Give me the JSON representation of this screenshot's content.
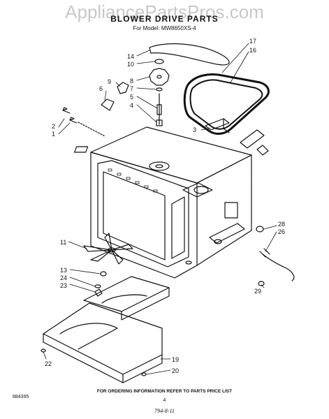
{
  "watermark": "AppliancePartsPros.com",
  "title": "BLOWER DRIVE PARTS",
  "subtitle": "For Model: MW8650XS-4",
  "footer_note": "FOR ORDERING INFORMATION REFER TO PARTS PRICE LIST",
  "page_number": "4",
  "doc_code": "884395",
  "handwritten_note": "794-8-11",
  "callouts": [
    {
      "id": "c14",
      "text": "14"
    },
    {
      "id": "c10",
      "text": "10"
    },
    {
      "id": "c8",
      "text": "8"
    },
    {
      "id": "c7",
      "text": "7"
    },
    {
      "id": "c5",
      "text": "5"
    },
    {
      "id": "c4",
      "text": "4"
    },
    {
      "id": "c9",
      "text": "9"
    },
    {
      "id": "c6",
      "text": "6"
    },
    {
      "id": "c2",
      "text": "2"
    },
    {
      "id": "c1",
      "text": "1"
    },
    {
      "id": "c17",
      "text": "17"
    },
    {
      "id": "c16",
      "text": "16"
    },
    {
      "id": "c3",
      "text": "3"
    },
    {
      "id": "c28",
      "text": "28"
    },
    {
      "id": "c26",
      "text": "26"
    },
    {
      "id": "c29",
      "text": "29"
    },
    {
      "id": "c11",
      "text": "11"
    },
    {
      "id": "c13",
      "text": "13"
    },
    {
      "id": "c24",
      "text": "24"
    },
    {
      "id": "c23",
      "text": "23"
    },
    {
      "id": "c22",
      "text": "22"
    },
    {
      "id": "c19",
      "text": "19"
    },
    {
      "id": "c20",
      "text": "20"
    }
  ]
}
